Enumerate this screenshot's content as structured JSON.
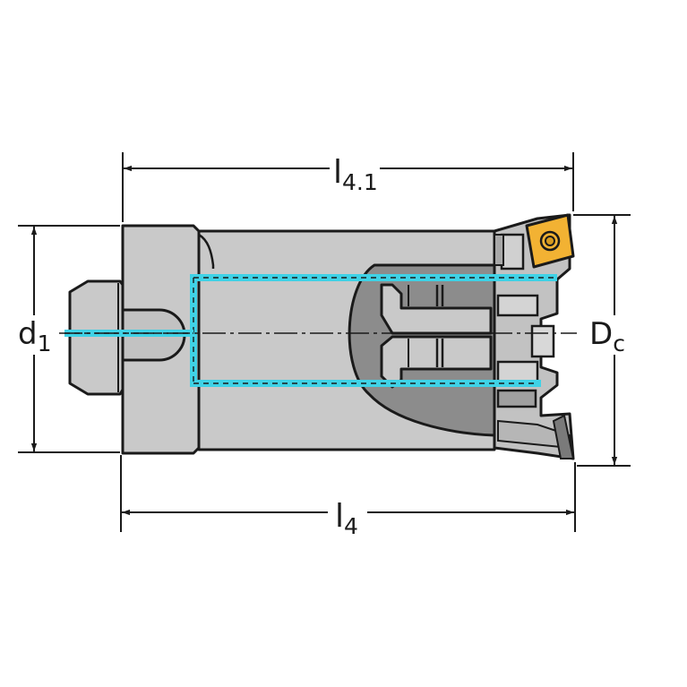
{
  "colors": {
    "body": "#c9c9c9",
    "body_shade": "#b3b3b3",
    "body_dark": "#8c8c8c",
    "outline": "#1a1a1a",
    "coolant": "#3fd2e6",
    "insert": "#f2b233",
    "background": "#ffffff"
  },
  "dimensions": {
    "l41": {
      "main": "l",
      "sub": "4.1"
    },
    "l4": {
      "main": "l",
      "sub": "4"
    },
    "d1": {
      "main": "d",
      "sub": "1"
    },
    "dc": {
      "main": "D",
      "sub": "c"
    }
  },
  "icons": {
    "insert": "indexable-insert-icon",
    "screw": "insert-screw-icon"
  }
}
